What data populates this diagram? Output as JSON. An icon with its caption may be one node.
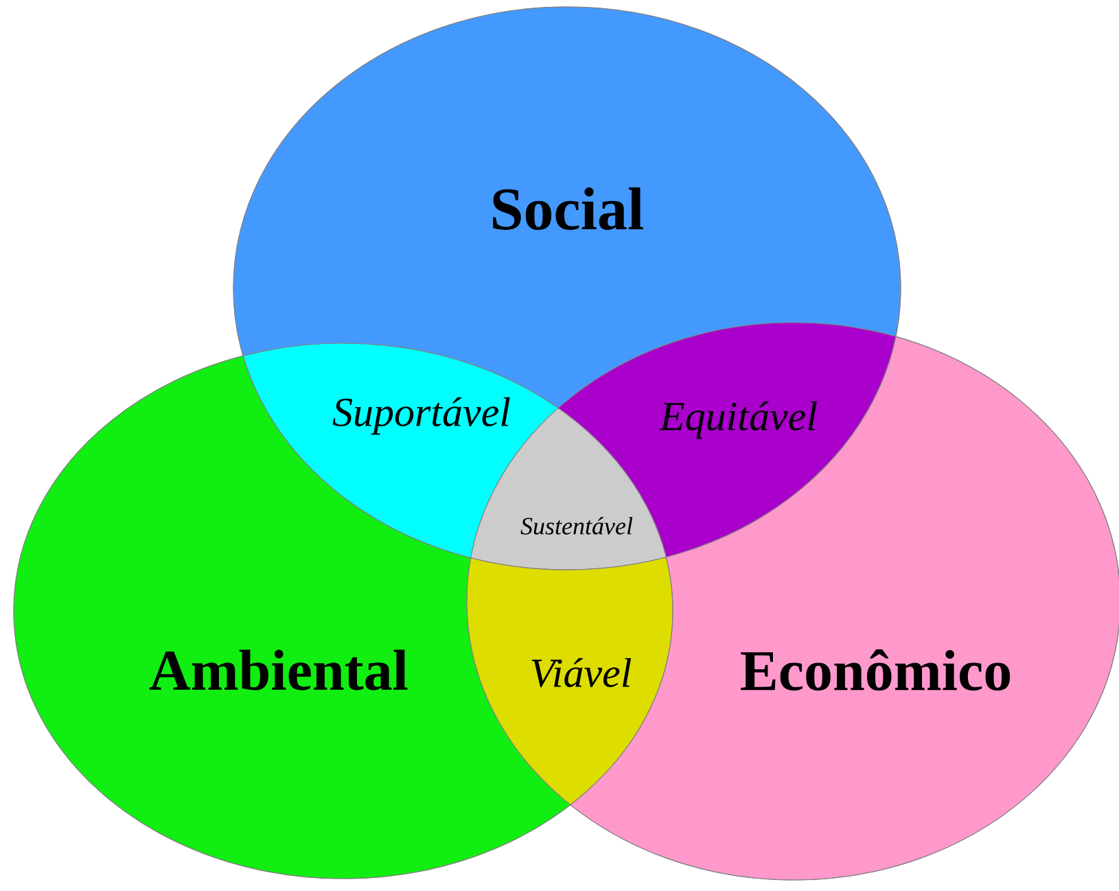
{
  "diagram": {
    "nodes": [
      {
        "text": [
          "Social"
        ]
      },
      {
        "text": [
          "Ambiental"
        ]
      },
      {
        "text": [
          "Econômico"
        ]
      }
    ],
    "labels": [
      "Suportável",
      "Equitável",
      "Sustentável",
      "Viável"
    ]
  }
}
